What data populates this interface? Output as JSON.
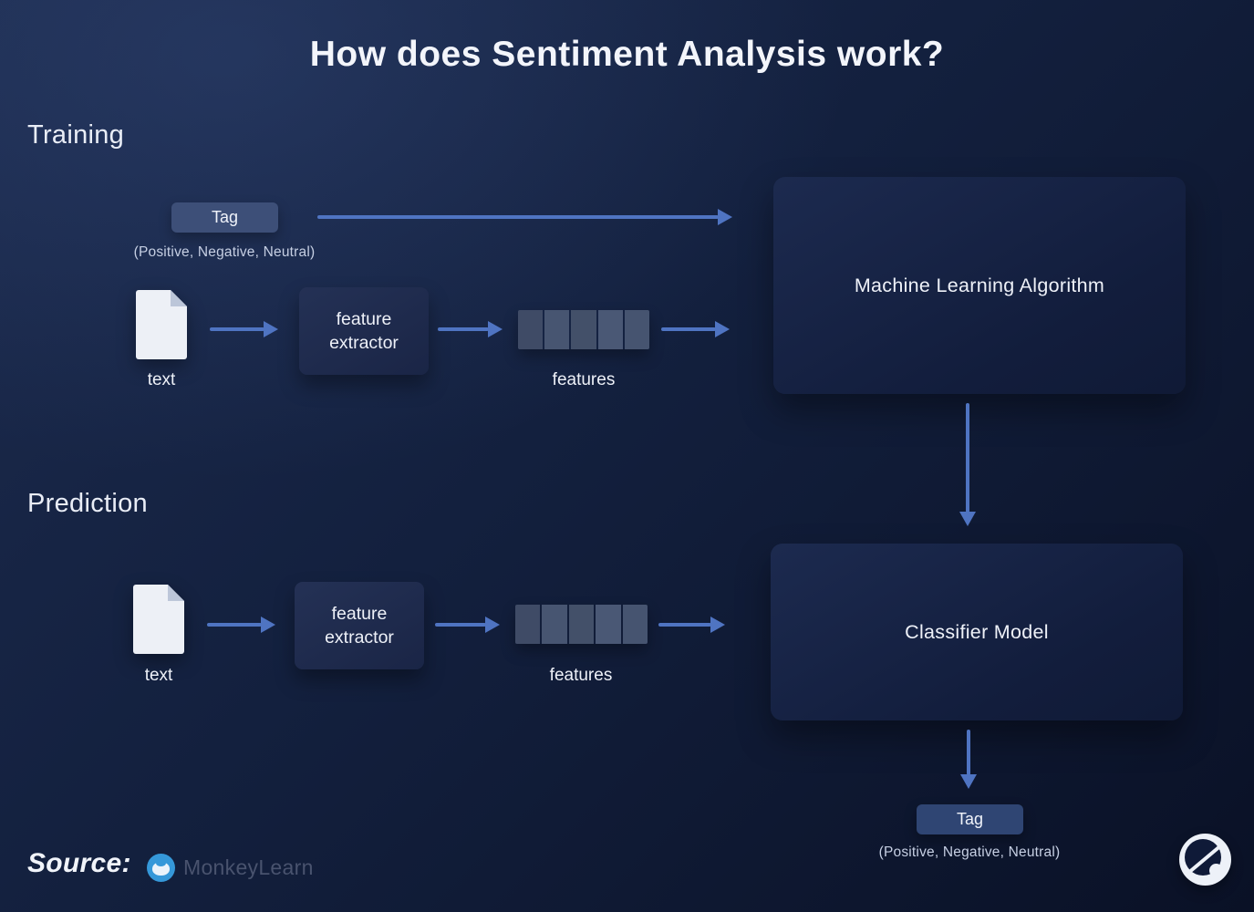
{
  "title": "How does Sentiment Analysis work?",
  "training": {
    "section_label": "Training",
    "tag_label": "Tag",
    "tag_sub": "(Positive, Negative, Neutral)",
    "doc_label": "text",
    "extractor_label": "feature extractor",
    "features_label": "features",
    "output_label": "Machine Learning Algorithm"
  },
  "prediction": {
    "section_label": "Prediction",
    "doc_label": "text",
    "extractor_label": "feature extractor",
    "features_label": "features",
    "model_label": "Classifier Model",
    "tag_label": "Tag",
    "tag_sub": "(Positive, Negative, Neutral)"
  },
  "footer": {
    "source_label": "Source:",
    "brand_name": "MonkeyLearn"
  },
  "icons": {
    "training_document": "document-icon",
    "prediction_document": "document-icon",
    "footer_badge": "monkeylearn-badge-icon",
    "corner_logo": "monkeylearn-logo-icon"
  },
  "colors": {
    "background_start": "#1c2b4e",
    "background_end": "#0a1126",
    "arrow": "#4f74c2",
    "tag_bg": "#3d4f78",
    "node_bg": "#1e2a4e",
    "panel_bg": "#151f3e",
    "text_light": "#eef1f8",
    "text_muted": "#c6cfe3"
  }
}
